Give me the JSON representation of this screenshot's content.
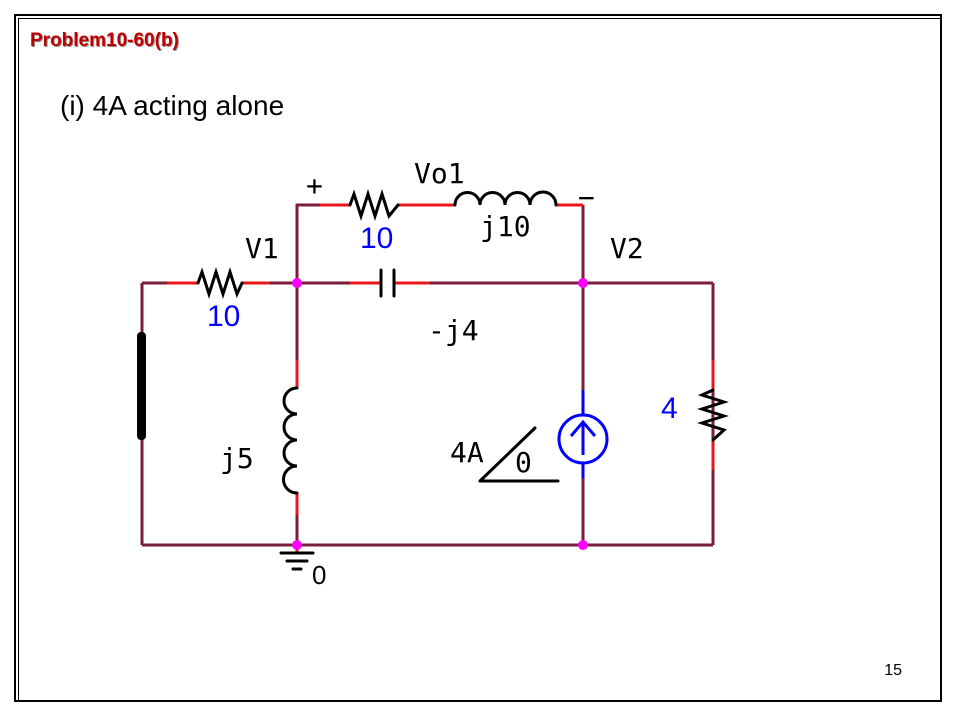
{
  "slide": {
    "title": "Problem10-60(b)",
    "subtitle": "(i) 4A acting alone",
    "page_number": "15"
  },
  "circuit": {
    "labels": {
      "vo1": "Vo1",
      "plus": "+",
      "minus": "−",
      "v1": "V1",
      "v2": "V2",
      "r_top_value": "10",
      "l_top_value": "j10",
      "r_left_value": "10",
      "cap_value": "-j4",
      "l_left_value": "j5",
      "r_right_value": "4",
      "source_value": "4A",
      "source_angle": "0",
      "ground_label": "0"
    },
    "colors": {
      "wire": "#7a1e3a",
      "lead": "#e8171b",
      "node": "#ff00ff",
      "value_text": "#0000ff",
      "title": "#c00000"
    }
  }
}
